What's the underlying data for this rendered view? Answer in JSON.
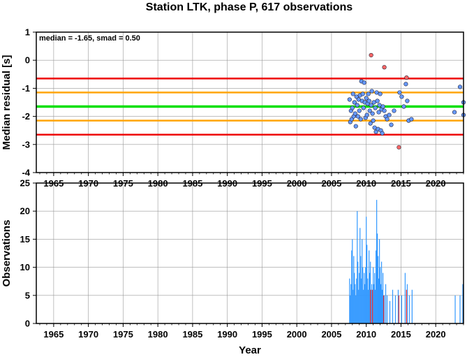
{
  "chart_data": [
    {
      "type": "scatter",
      "title": "Station LTK, phase P, 617 observations",
      "ylabel": "Median residual [s]",
      "annotation": "median = -1.65, smad = 0.50",
      "xlim": [
        1962.5,
        2024.0
      ],
      "ylim": [
        -4,
        1
      ],
      "xticks": [
        "1965",
        "1970",
        "1975",
        "1980",
        "1985",
        "1990",
        "1995",
        "2000",
        "2005",
        "2010",
        "2015",
        "2020"
      ],
      "yticks": [
        "-4",
        "-3",
        "-2",
        "-1",
        "0",
        "1"
      ],
      "grid": true,
      "reference_lines": [
        {
          "y": -1.65,
          "color": "#00e000"
        },
        {
          "y": -1.15,
          "color": "#ffa500"
        },
        {
          "y": -2.15,
          "color": "#ffa500"
        },
        {
          "y": -0.65,
          "color": "#ee0000"
        },
        {
          "y": -2.65,
          "color": "#ee0000"
        }
      ],
      "series": [
        {
          "color": "#6699ff",
          "points": [
            [
              2007.6,
              -1.4
            ],
            [
              2007.7,
              -2.2
            ],
            [
              2007.8,
              -1.8
            ],
            [
              2007.9,
              -2.1
            ],
            [
              2008.0,
              -1.7
            ],
            [
              2008.1,
              -1.2
            ],
            [
              2008.2,
              -2.0
            ],
            [
              2008.3,
              -1.5
            ],
            [
              2008.4,
              -1.9
            ],
            [
              2008.5,
              -2.35
            ],
            [
              2008.6,
              -1.3
            ],
            [
              2008.7,
              -1.6
            ],
            [
              2008.8,
              -2.0
            ],
            [
              2008.9,
              -1.4
            ],
            [
              2009.0,
              -1.8
            ],
            [
              2009.1,
              -1.25
            ],
            [
              2009.2,
              -2.1
            ],
            [
              2009.3,
              -0.75
            ],
            [
              2009.4,
              -1.45
            ],
            [
              2009.5,
              -1.2
            ],
            [
              2009.6,
              -1.7
            ],
            [
              2009.7,
              -0.8
            ],
            [
              2009.8,
              -1.5
            ],
            [
              2009.9,
              -2.05
            ],
            [
              2010.0,
              -1.35
            ],
            [
              2010.1,
              -1.95
            ],
            [
              2010.2,
              -1.55
            ],
            [
              2010.3,
              -1.2
            ],
            [
              2010.4,
              -1.45
            ],
            [
              2010.5,
              -1.8
            ],
            [
              2010.6,
              -2.25
            ],
            [
              2010.7,
              -1.6
            ],
            [
              2010.8,
              -1.1
            ],
            [
              2010.9,
              -1.9
            ],
            [
              2011.0,
              -2.15
            ],
            [
              2011.1,
              -1.5
            ],
            [
              2011.2,
              -2.4
            ],
            [
              2011.3,
              -1.7
            ],
            [
              2011.4,
              -2.55
            ],
            [
              2011.5,
              -1.15
            ],
            [
              2011.6,
              -1.45
            ],
            [
              2011.7,
              -2.45
            ],
            [
              2011.8,
              -1.85
            ],
            [
              2011.9,
              -1.6
            ],
            [
              2012.0,
              -1.2
            ],
            [
              2012.1,
              -2.5
            ],
            [
              2012.2,
              -1.75
            ],
            [
              2012.3,
              -2.6
            ],
            [
              2012.4,
              -1.65
            ],
            [
              2012.6,
              -1.8
            ],
            [
              2012.8,
              -2.0
            ],
            [
              2013.0,
              -2.1
            ],
            [
              2013.3,
              -1.95
            ],
            [
              2013.6,
              -2.3
            ],
            [
              2014.0,
              -1.8
            ],
            [
              2014.8,
              -1.15
            ],
            [
              2015.1,
              -1.3
            ],
            [
              2015.4,
              -1.65
            ],
            [
              2015.7,
              -0.85
            ],
            [
              2015.9,
              -1.45
            ],
            [
              2016.1,
              -2.15
            ],
            [
              2016.5,
              -2.1
            ],
            [
              2022.7,
              -1.85
            ],
            [
              2023.5,
              -0.95
            ],
            [
              2024.0,
              -1.5
            ],
            [
              2024.0,
              -1.95
            ]
          ]
        },
        {
          "color": "#ff6666",
          "points": [
            [
              2010.7,
              0.18
            ],
            [
              2012.6,
              -0.25
            ],
            [
              2015.8,
              -0.62
            ],
            [
              2014.7,
              -3.1
            ]
          ]
        }
      ]
    },
    {
      "type": "bar",
      "xlabel": "Year",
      "ylabel": "Observations",
      "xlim": [
        1962.5,
        2024.0
      ],
      "ylim": [
        0,
        25
      ],
      "xticks": [
        "1965",
        "1970",
        "1975",
        "1980",
        "1985",
        "1990",
        "1995",
        "2000",
        "2005",
        "2010",
        "2015",
        "2020"
      ],
      "yticks": [
        "0",
        "5",
        "10",
        "15",
        "20",
        "25"
      ],
      "grid": true,
      "series": [
        {
          "color": "#3399ff",
          "bars": [
            [
              2007.6,
              8
            ],
            [
              2007.7,
              5
            ],
            [
              2007.8,
              7
            ],
            [
              2007.9,
              13
            ],
            [
              2008.0,
              15
            ],
            [
              2008.1,
              6
            ],
            [
              2008.2,
              12
            ],
            [
              2008.3,
              9
            ],
            [
              2008.4,
              7
            ],
            [
              2008.5,
              5
            ],
            [
              2008.6,
              8
            ],
            [
              2008.7,
              20
            ],
            [
              2008.8,
              11
            ],
            [
              2008.9,
              6
            ],
            [
              2009.0,
              9
            ],
            [
              2009.1,
              17
            ],
            [
              2009.2,
              12
            ],
            [
              2009.3,
              8
            ],
            [
              2009.4,
              15
            ],
            [
              2009.5,
              10
            ],
            [
              2009.6,
              6
            ],
            [
              2009.7,
              9
            ],
            [
              2009.8,
              7
            ],
            [
              2009.9,
              10
            ],
            [
              2010.0,
              19
            ],
            [
              2010.1,
              14
            ],
            [
              2010.2,
              8
            ],
            [
              2010.3,
              6
            ],
            [
              2010.4,
              13
            ],
            [
              2010.5,
              9
            ],
            [
              2010.6,
              11
            ],
            [
              2010.7,
              6
            ],
            [
              2010.8,
              7
            ],
            [
              2010.9,
              5
            ],
            [
              2011.0,
              10
            ],
            [
              2011.1,
              7
            ],
            [
              2011.2,
              9
            ],
            [
              2011.3,
              6
            ],
            [
              2011.4,
              13
            ],
            [
              2011.5,
              22
            ],
            [
              2011.6,
              16
            ],
            [
              2011.7,
              12
            ],
            [
              2011.8,
              8
            ],
            [
              2011.9,
              15
            ],
            [
              2012.0,
              10
            ],
            [
              2012.1,
              7
            ],
            [
              2012.2,
              11
            ],
            [
              2012.3,
              6
            ],
            [
              2012.4,
              9
            ],
            [
              2012.6,
              5
            ],
            [
              2012.8,
              7
            ],
            [
              2013.0,
              5
            ],
            [
              2013.4,
              4
            ],
            [
              2013.8,
              6
            ],
            [
              2014.2,
              5
            ],
            [
              2014.6,
              6
            ],
            [
              2015.1,
              5
            ],
            [
              2015.6,
              9
            ],
            [
              2015.9,
              7
            ],
            [
              2016.2,
              5
            ],
            [
              2016.6,
              6
            ],
            [
              2022.8,
              5
            ],
            [
              2023.5,
              5
            ],
            [
              2023.9,
              7
            ]
          ]
        },
        {
          "color": "#ee3333",
          "bars": [
            [
              2010.6,
              6
            ],
            [
              2010.9,
              6
            ],
            [
              2012.5,
              5
            ],
            [
              2014.7,
              5
            ],
            [
              2015.8,
              6
            ]
          ]
        }
      ]
    }
  ]
}
